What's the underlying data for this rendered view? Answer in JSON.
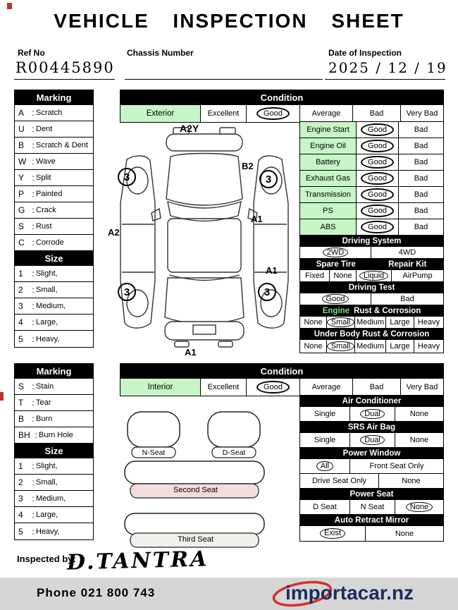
{
  "title": "VEHICLE INSPECTION SHEET",
  "punct": {
    "colon": ":"
  },
  "header": {
    "ref_no_label": "Ref No",
    "ref_no_value": "R00445890",
    "chassis_label": "Chassis Number",
    "date_label": "Date of Inspection",
    "date_value": "2025 / 12 / 19"
  },
  "colors": {
    "accent_green": "#c8f5c8",
    "header_black": "#000000",
    "seat_pink": "#f4dcdc",
    "logo_navy": "#1d2c5e",
    "logo_red": "#d23030"
  },
  "exterior_marking": {
    "header": "Marking",
    "items": [
      {
        "code": "A",
        "label": "Scratch"
      },
      {
        "code": "U",
        "label": "Dent"
      },
      {
        "code": "B",
        "label": "Scratch & Dent"
      },
      {
        "code": "W",
        "label": "Wave"
      },
      {
        "code": "Y",
        "label": "Split"
      },
      {
        "code": "P",
        "label": "Painted"
      },
      {
        "code": "G",
        "label": "Crack"
      },
      {
        "code": "S",
        "label": "Rust"
      },
      {
        "code": "C",
        "label": "Corrode"
      }
    ]
  },
  "exterior_size": {
    "header": "Size",
    "items": [
      {
        "code": "1",
        "label": "Slight,"
      },
      {
        "code": "2",
        "label": "Small,"
      },
      {
        "code": "3",
        "label": "Medium,"
      },
      {
        "code": "4",
        "label": "Large,"
      },
      {
        "code": "5",
        "label": "Heavy,"
      }
    ]
  },
  "condition_exterior": {
    "header": "Condition",
    "label": "Exterior",
    "options": [
      "Excellent",
      "Good",
      "Average",
      "Bad",
      "Very Bad"
    ],
    "selected": "Good"
  },
  "systems": {
    "rows": [
      {
        "label": "Engine Start",
        "options": [
          "Good",
          "Bad"
        ],
        "selected": "Good"
      },
      {
        "label": "Engine Oil",
        "options": [
          "Good",
          "Bad"
        ],
        "selected": "Good"
      },
      {
        "label": "Battery",
        "options": [
          "Good",
          "Bad"
        ],
        "selected": "Good"
      },
      {
        "label": "Exhaust Gas",
        "options": [
          "Good",
          "Bad"
        ],
        "selected": "Good"
      },
      {
        "label": "Transmission",
        "options": [
          "Good",
          "Bad"
        ],
        "selected": "Good"
      },
      {
        "label": "PS",
        "options": [
          "Good",
          "Bad"
        ],
        "selected": "Good"
      },
      {
        "label": "ABS",
        "options": [
          "Good",
          "Bad"
        ],
        "selected": "Good"
      }
    ]
  },
  "driving_system": {
    "header": "Driving System",
    "options": [
      "2WD",
      "4WD"
    ],
    "selected": "2WD"
  },
  "spare_repair": {
    "spare_header": "Spare Tire",
    "repair_header": "Repair Kit",
    "options": [
      "Fixed",
      "None",
      "Liquid",
      "AirPump"
    ],
    "selected": "Liquid"
  },
  "driving_test": {
    "header": "Driving Test",
    "options": [
      "Good",
      "Bad"
    ],
    "selected": "Good"
  },
  "engine_rust": {
    "header_engine": "Engine",
    "header_rest": "Rust & Corrosion",
    "options": [
      "None",
      "Small",
      "Medium",
      "Large",
      "Heavy"
    ],
    "selected": "Small"
  },
  "underbody_rust": {
    "header": "Under Body Rust & Corrosion",
    "options": [
      "None",
      "Small",
      "Medium",
      "Large",
      "Heavy"
    ],
    "selected": "Small"
  },
  "car_diagram": {
    "marks": [
      "A2Y",
      "B2",
      "3",
      "3",
      "A1",
      "A2",
      "A1",
      "3",
      "3",
      "A1"
    ]
  },
  "interior_marking": {
    "header": "Marking",
    "items": [
      {
        "code": "S",
        "label": "Stain"
      },
      {
        "code": "T",
        "label": "Tear"
      },
      {
        "code": "B",
        "label": "Burn"
      },
      {
        "code": "BH",
        "label": "Burn Hole"
      }
    ]
  },
  "interior_size": {
    "header": "Size",
    "items": [
      {
        "code": "1",
        "label": "Slight,"
      },
      {
        "code": "2",
        "label": "Small,"
      },
      {
        "code": "3",
        "label": "Medium,"
      },
      {
        "code": "4",
        "label": "Large,"
      },
      {
        "code": "5",
        "label": "Heavy,"
      }
    ]
  },
  "condition_interior": {
    "header": "Condition",
    "label": "Interior",
    "options": [
      "Excellent",
      "Good",
      "Average",
      "Bad",
      "Very Bad"
    ],
    "selected": "Good"
  },
  "seats": {
    "n_seat": "N-Seat",
    "d_seat": "D-Seat",
    "second_seat": "Second Seat",
    "third_seat": "Third  Seat"
  },
  "air_conditioner": {
    "header": "Air Conditioner",
    "options": [
      "Single",
      "Dual",
      "None"
    ],
    "selected": "Dual"
  },
  "srs_air_bag": {
    "header": "SRS Air Bag",
    "options": [
      "Single",
      "Dual",
      "None"
    ],
    "selected": "Dual"
  },
  "power_window": {
    "header": "Power Window",
    "row1": [
      "All",
      "Front Seat Only"
    ],
    "row2": [
      "Drive Seat Only",
      "None"
    ],
    "selected": "All"
  },
  "power_seat": {
    "header": "Power Seat",
    "options": [
      "D Seat",
      "N Seat",
      "None"
    ],
    "selected": "None"
  },
  "auto_retract_mirror": {
    "header": "Auto Retract Mirror",
    "options": [
      "Exist",
      "None"
    ],
    "selected": "Exist"
  },
  "footer": {
    "inspected_by": "Inspected by:",
    "signature": "D.TANTRA",
    "phone": "Phone  021 800 743",
    "logo_text": "importacar.nz"
  }
}
